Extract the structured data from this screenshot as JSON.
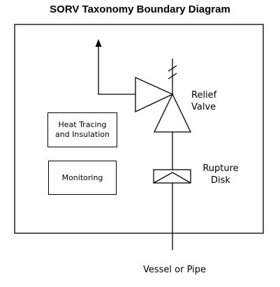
{
  "title": "SORV Taxonomy Boundary Diagram",
  "boxes": {
    "heat_tracing": [
      "Heat Tracing",
      "and Insulation"
    ],
    "monitoring": "Monitoring"
  },
  "labels": {
    "relief_valve": [
      "Relief",
      "Valve"
    ],
    "rupture_disk": [
      "Rupture",
      "Disk"
    ],
    "vessel_or_pipe": "Vessel or Pipe"
  }
}
